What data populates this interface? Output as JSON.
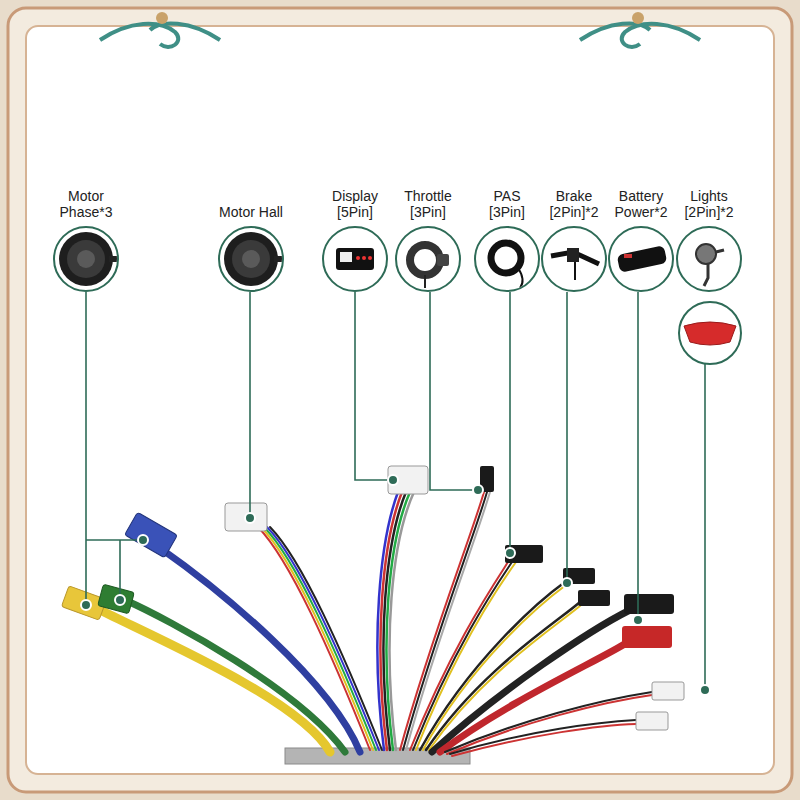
{
  "diagram": {
    "nodes": [
      {
        "text": [
          "Motor Phase*3"
        ]
      },
      {
        "text": [
          "Motor Hall"
        ]
      },
      {
        "text": [
          "Display [5Pin]"
        ]
      },
      {
        "text": [
          "Throttle [3Pin]"
        ]
      },
      {
        "text": [
          "PAS [3Pin]"
        ]
      },
      {
        "text": [
          "Brake [2Pin]*2"
        ]
      },
      {
        "text": [
          "Battery Power*2"
        ]
      },
      {
        "text": [
          "Lights [2Pin]*2"
        ]
      }
    ]
  }
}
